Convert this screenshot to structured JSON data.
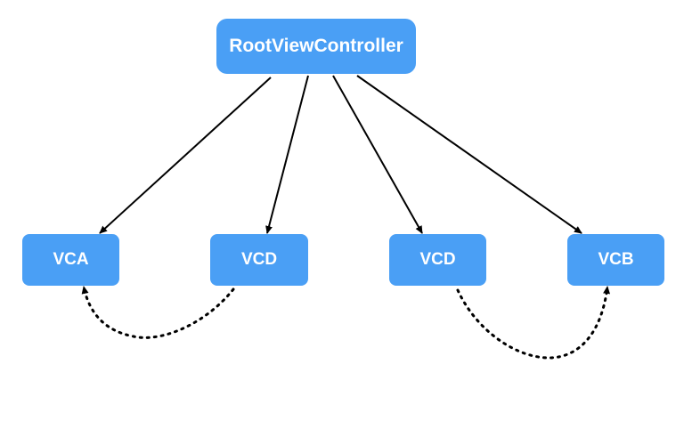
{
  "nodes": {
    "root": "RootViewController",
    "vca": "VCA",
    "vcd_1": "VCD",
    "vcd_2": "VCD",
    "vcb": "VCB"
  },
  "colors": {
    "node_fill": "#4a9ff5",
    "node_text": "#ffffff",
    "edge": "#000000"
  },
  "edges": [
    {
      "from": "root",
      "to": "vca",
      "style": "solid"
    },
    {
      "from": "root",
      "to": "vcd_1",
      "style": "solid"
    },
    {
      "from": "root",
      "to": "vcd_2",
      "style": "solid"
    },
    {
      "from": "root",
      "to": "vcb",
      "style": "solid"
    },
    {
      "from": "vcd_1",
      "to": "vca",
      "style": "dotted"
    },
    {
      "from": "vcd_2",
      "to": "vcb",
      "style": "dotted"
    }
  ]
}
